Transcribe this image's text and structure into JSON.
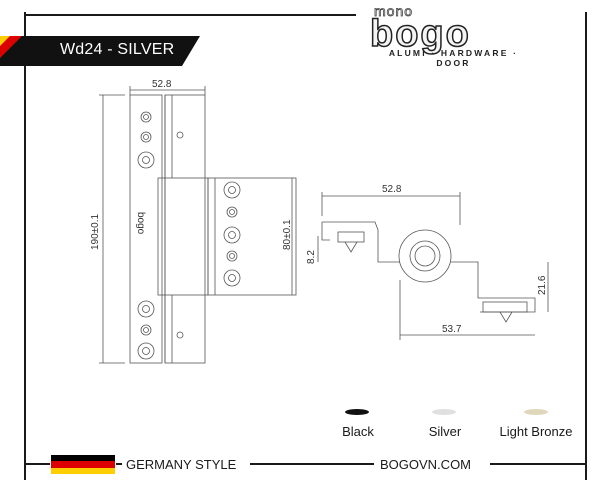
{
  "title": "Wd24 - SILVER",
  "brand": {
    "top_word": "mono",
    "main_word": "bogo",
    "subtitle": "ALUMI · HARDWARE · DOOR"
  },
  "dimensions": {
    "front_width": "52.8",
    "front_height": "190±0.1",
    "leaf_height": "80±0.1",
    "top_width": "52.8",
    "left_offset": "8.2",
    "right_offset": "21.6",
    "bottom_width": "53.7",
    "engraving": "bogo"
  },
  "swatches": [
    {
      "label": "Black",
      "color": "#111111"
    },
    {
      "label": "Silver",
      "color": "#d9d9d9"
    },
    {
      "label": "Light Bronze",
      "color": "#d8cdb0"
    }
  ],
  "footer": {
    "left_text": "GERMANY STYLE",
    "right_text": "BOGOVN.COM"
  },
  "colors": {
    "banner": "#111111",
    "flag_black": "#000000",
    "flag_red": "#dd0000",
    "flag_gold": "#ffce00"
  }
}
